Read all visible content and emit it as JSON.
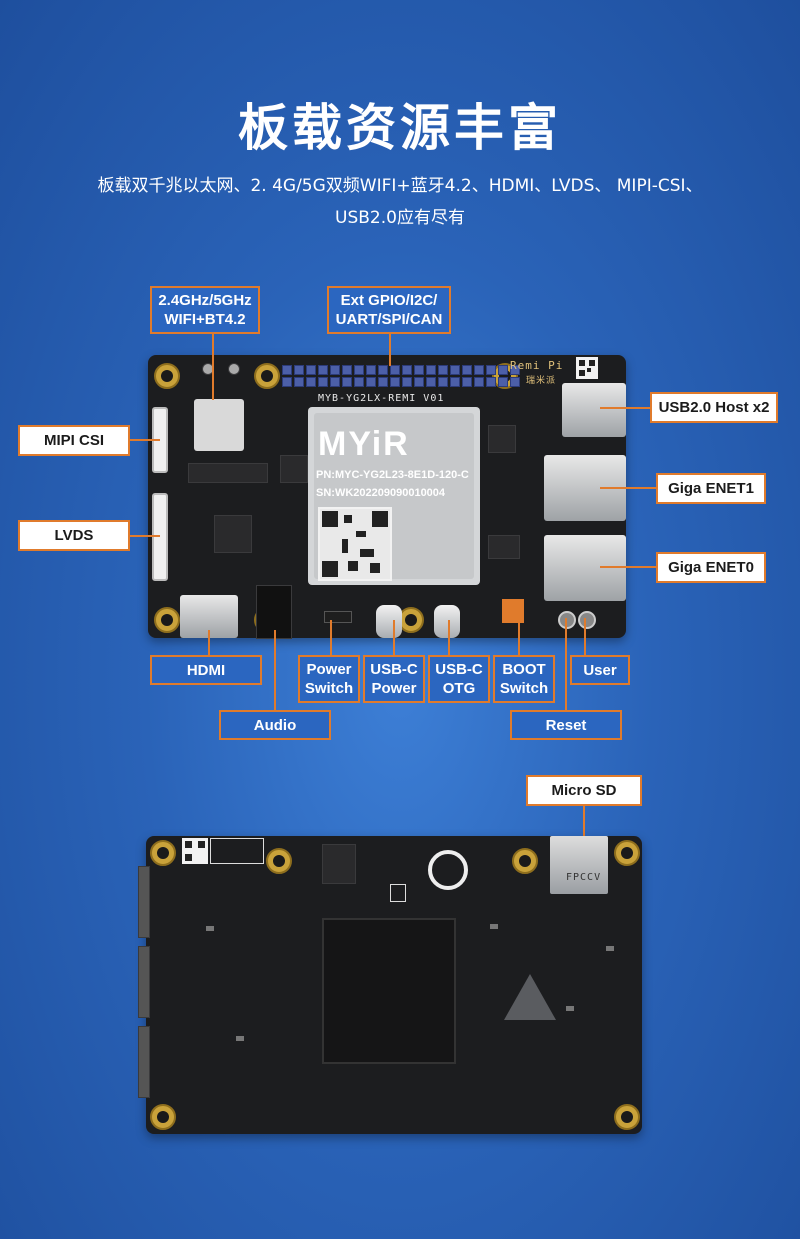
{
  "header": {
    "title": "板载资源丰富",
    "subtitle_line1": "板载双千兆以太网、2. 4G/5G双频WIFI+蓝牙4.2、HDMI、LVDS、 MIPI-CSI、",
    "subtitle_line2": "USB2.0应有尽有"
  },
  "top_labels": {
    "wifi_line1": "2.4GHz/5GHz",
    "wifi_line2": "WIFI+BT4.2",
    "gpio_line1": "Ext GPIO/I2C/",
    "gpio_line2": "UART/SPI/CAN",
    "mipi": "MIPI CSI",
    "lvds": "LVDS",
    "usb_host": "USB2.0 Host x2",
    "enet1": "Giga ENET1",
    "enet0": "Giga ENET0",
    "hdmi": "HDMI",
    "power_switch_line1": "Power",
    "power_switch_line2": "Switch",
    "usbc_power_line1": "USB-C",
    "usbc_power_line2": "Power",
    "usbc_otg_line1": "USB-C",
    "usbc_otg_line2": "OTG",
    "boot_line1": "BOOT",
    "boot_line2": "Switch",
    "user": "User",
    "audio": "Audio",
    "reset": "Reset"
  },
  "board_top": {
    "silk_model": "MYB-YG2LX-REMI V01",
    "silk_name": "Remi Pi",
    "silk_name_cn": "瑞米派",
    "som_logo": "MYiR",
    "som_pn": "PN:MYC-YG2L23-8E1D-120-C",
    "som_sn": "SN:WK202209090010004"
  },
  "bottom_labels": {
    "microsd": "Micro SD"
  },
  "board_bottom": {
    "sd_text": "FPCCV"
  },
  "colors": {
    "accent": "#e07b2c",
    "background": "#2a63b8",
    "pcb": "#1c1d1f"
  }
}
